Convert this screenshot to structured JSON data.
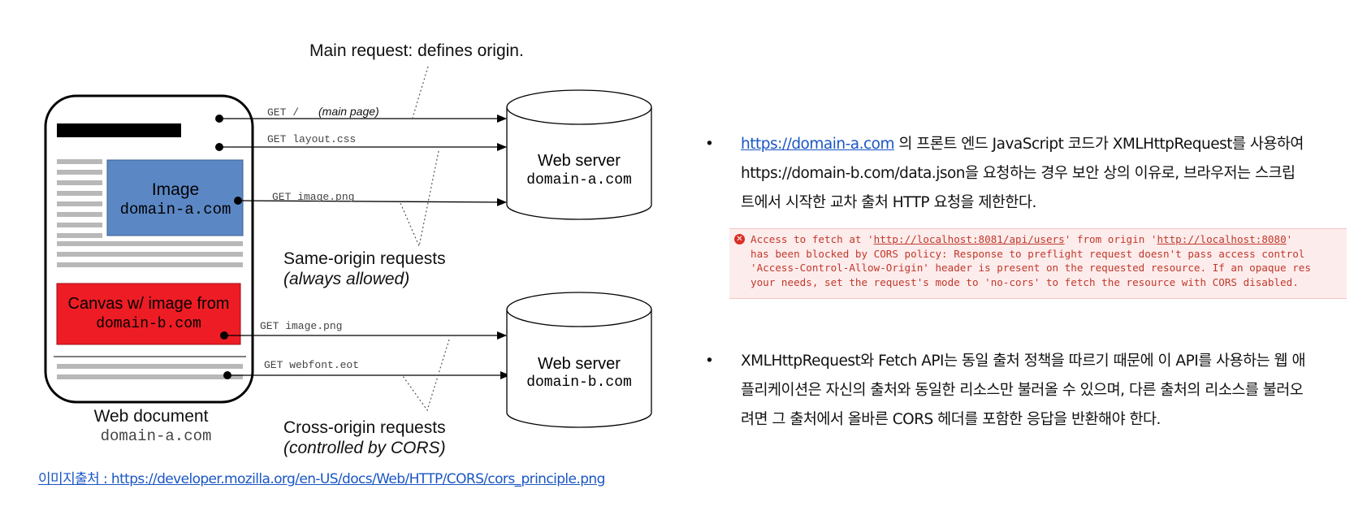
{
  "diagram": {
    "top_label": "Main request: defines origin.",
    "req_main": "GET /",
    "req_main_note": "(main page)",
    "req_layout": "GET layout.css",
    "req_image_a": "GET image.png",
    "req_image_b": "GET image.png",
    "req_webfont": "GET webfont.eot",
    "image_box_title": "Image",
    "image_box_domain": "domain-a.com",
    "canvas_title": "Canvas w/ image from",
    "canvas_domain": "domain-b.com",
    "server_a_title": "Web server",
    "server_a_domain": "domain-a.com",
    "server_b_title": "Web server",
    "server_b_domain": "domain-b.com",
    "same_origin_title": "Same-origin requests",
    "same_origin_note": "(always allowed)",
    "cross_origin_title": "Cross-origin requests",
    "cross_origin_note": "(controlled by CORS)",
    "doc_title": "Web document",
    "doc_domain": "domain-a.com",
    "colors": {
      "image_box": "#5b88c5",
      "canvas_box": "#ee1c24",
      "line_gray": "#b8b8b8"
    }
  },
  "source_link": "이미지출처 : https://developer.mozilla.org/en-US/docs/Web/HTTP/CORS/cors_principle.png",
  "bullets": [
    {
      "link": "https://domain-a.com",
      "line1_rest": " 의 프론트 엔드 JavaScript 코드가 XMLHttpRequest를 사용하여",
      "line2": "https://domain-b.com/data.json을 요청하는 경우 보안 상의 이유로, 브라우저는 스크립",
      "line3": "트에서 시작한 교차 출처 HTTP 요청을 제한한다."
    },
    {
      "line1": "XMLHttpRequest와 Fetch API는 동일 출처 정책을 따르기 때문에 이 API를 사용하는 웹 애",
      "line2": "플리케이션은 자신의 출처와 동일한 리소스만 불러올 수 있으며, 다른 출처의 리소스를 불러오",
      "line3": "려면 그 출처에서 올바른 CORS 헤더를 포함한 응답을 반환해야 한다."
    }
  ],
  "console_error": {
    "p1": "Access to fetch at '",
    "url1": "http://localhost:8081/api/users",
    "p2": "' from origin '",
    "url2": "http://localhost:8080",
    "p3": "'",
    "line2": "has been blocked by CORS policy: Response to preflight request doesn't pass access control",
    "line3": "'Access-Control-Allow-Origin' header is present on the requested resource. If an opaque res",
    "line4": "your needs, set the request's mode to 'no-cors' to fetch the resource with CORS disabled.",
    "color": "#d93025"
  }
}
